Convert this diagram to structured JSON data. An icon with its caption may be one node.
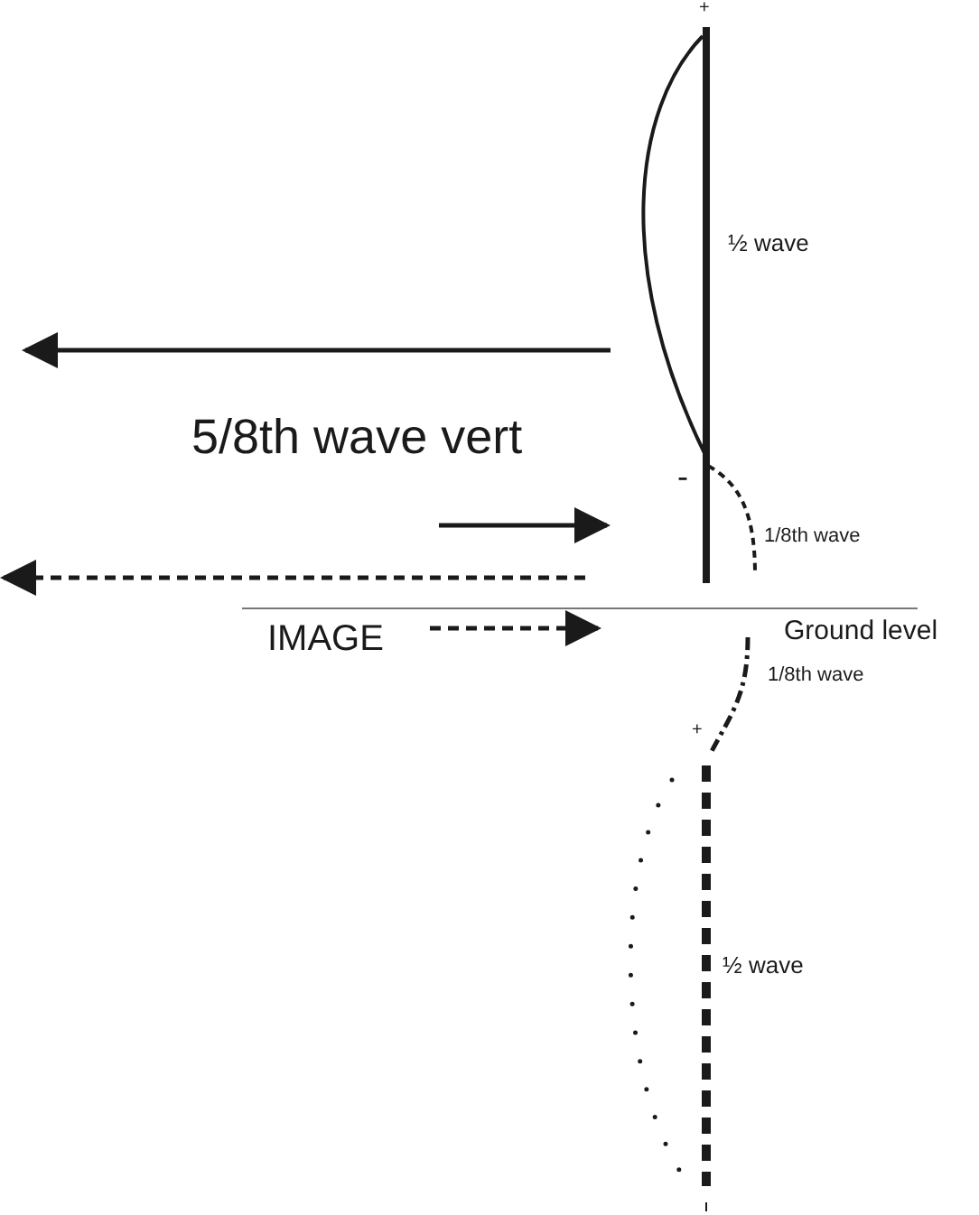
{
  "diagram": {
    "labels": [
      "+",
      "½ wave",
      "5/8th wave vert",
      "-",
      "1/8th wave",
      "IMAGE",
      "Ground level",
      "1/8th wave",
      "+",
      "½ wave"
    ]
  }
}
